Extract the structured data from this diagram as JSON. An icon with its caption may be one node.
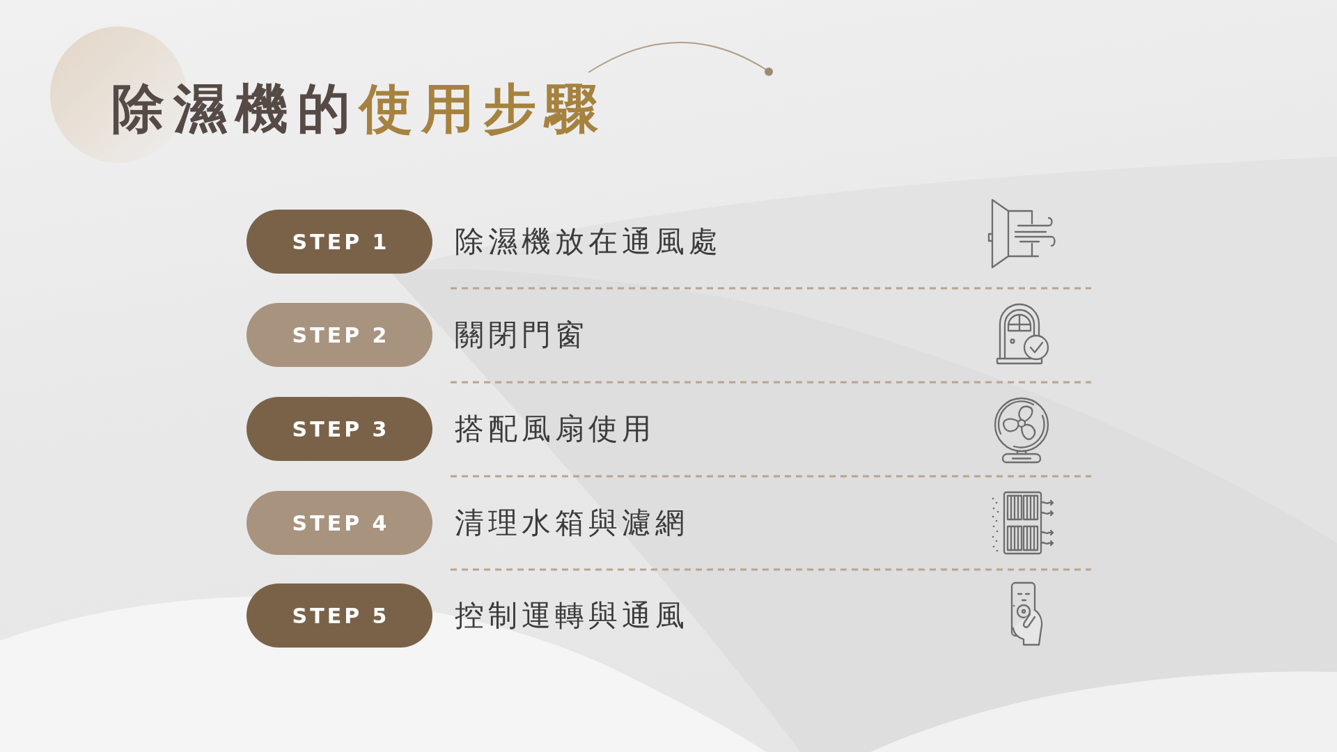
{
  "diagram": {
    "title": "除濕機的**使用步驟**",
    "nodes": [
      {
        "text": [
          "STEP 1"
        ],
        "beside": [
          "除濕機放在通風處"
        ]
      },
      {
        "text": [
          "STEP 2"
        ],
        "beside": [
          "關閉門窗"
        ]
      },
      {
        "text": [
          "STEP 3"
        ],
        "beside": [
          "搭配風扇使用"
        ]
      },
      {
        "text": [
          "STEP 4"
        ],
        "beside": [
          "清理水箱與濾網"
        ]
      },
      {
        "text": [
          "STEP 5"
        ],
        "beside": [
          "控制運轉與通風"
        ]
      }
    ]
  }
}
